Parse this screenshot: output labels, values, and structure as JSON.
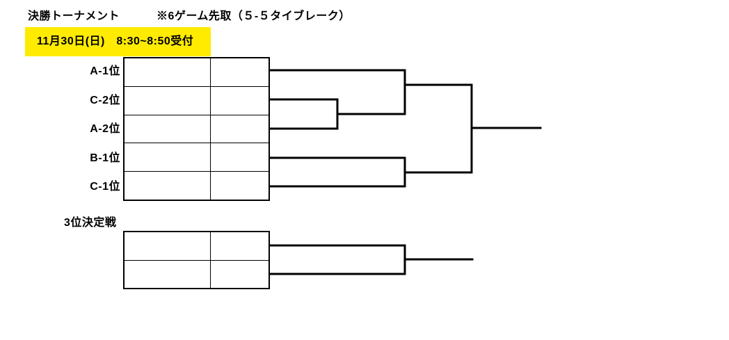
{
  "page": {
    "background_color": "#ffffff",
    "line_color": "#000000",
    "highlight_color": "#ffeb00",
    "text_color": "#000000"
  },
  "header": {
    "title": "決勝トーナメント",
    "rule_note": "※6ゲーム先取（５-５タイブレーク）",
    "schedule": "11月30日(日)　8:30~8:50受付"
  },
  "main_bracket": {
    "seeds": [
      "A-1位",
      "C-2位",
      "A-2位",
      "B-1位",
      "C-1位"
    ],
    "rows": 5,
    "columns_per_row": 2
  },
  "third_place_match": {
    "label": "3位決定戦",
    "rows": 2,
    "columns_per_row": 2
  }
}
